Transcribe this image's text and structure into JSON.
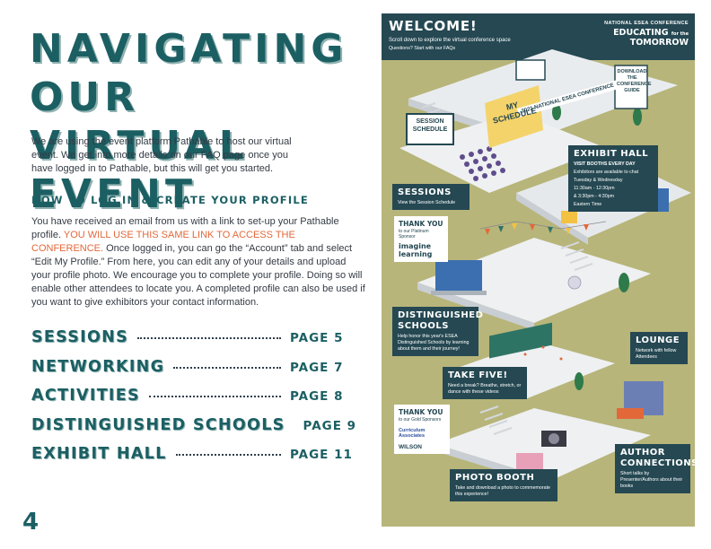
{
  "title_line1": "NAVIGATING OUR",
  "title_line2": "VIRTUAL EVENT",
  "intro": "We are using the event platform Pathable to host our virtual event. We get into more details on our FAQ page once you have logged in to Pathable, but this will get you started.",
  "login_heading": "HOW TO LOG IN & CREATE YOUR PROFILE",
  "login_body_1": "You have received an email from us with a link to set-up your Pathable profile. ",
  "login_body_highlight": "YOU WILL USE THIS SAME LINK TO ACCESS THE CONFERENCE.",
  "login_body_2": " Once logged in, you can go the “Account” tab and select “Edit My Profile.” From here, you can edit any of your details and upload your profile photo. We encourage you to complete your profile. Doing so will enable other attendees to locate you. A completed profile can also be used if you want to give exhibitors your contact information.",
  "toc": [
    {
      "name": "SESSIONS",
      "page": "PAGE 5"
    },
    {
      "name": "NETWORKING",
      "page": "PAGE 7"
    },
    {
      "name": "ACTIVITIES",
      "page": "PAGE 8"
    },
    {
      "name": "DISTINGUISHED SCHOOLS",
      "page": "PAGE 9"
    },
    {
      "name": "EXHIBIT HALL",
      "page": "PAGE 11"
    }
  ],
  "page_number": "4",
  "poster": {
    "welcome": "WELCOME!",
    "welcome_sub": "Scroll down to explore the virtual conference space",
    "welcome_faq": "Questions? Start with our FAQs",
    "conf_small": "NATIONAL ESEA CONFERENCE",
    "conf_big_1": "EDUCATING",
    "conf_big_2": "TOMORROW",
    "conf_big_mid": "for the",
    "banner": "2021 NATIONAL ESEA CONFERENCE",
    "download": "DOWNLOAD THE CONFERENCE GUIDE",
    "session_schedule": "SESSION SCHEDULE",
    "my_schedule": "MY SCHEDULE",
    "exhibit_title": "EXHIBIT HALL",
    "exhibit_sub1": "VISIT BOOTHS EVERY DAY",
    "exhibit_sub2": "Exhibitors are available to chat",
    "exhibit_sub3": "Tuesday & Wednesday",
    "exhibit_sub4": "11:30am - 12:30pm",
    "exhibit_sub5": "& 3:30pm - 4:30pm",
    "exhibit_sub6": "Eastern Time",
    "sessions_title": "SESSIONS",
    "sessions_sub": "View the Session Schedule",
    "thankyou": "THANK YOU",
    "platinum_sub": "to our Platinum Sponsor",
    "imagine": "imagine learning",
    "dist_title": "DISTINGUISHED SCHOOLS",
    "dist_sub": "Help honor this year's ESEA Distinguished Schools by learning about them and their journey!",
    "lounge_title": "LOUNGE",
    "lounge_sub": "Network with fellow Attendees",
    "takefive_title": "TAKE FIVE!",
    "takefive_sub": "Need a break? Breathe, stretch, or dance with these videos",
    "gold_sub": "to our Gold Sponsors",
    "curriculum": "Curriculum Associates",
    "wilson": "WILSON",
    "author_title": "AUTHOR CONNECTIONS",
    "author_sub": "Short talks by Presenter/Authors about their books",
    "photo_title": "PHOTO BOOTH",
    "photo_sub": "Take and download a photo to commemorate this experience!"
  },
  "colors": {
    "teal": "#1b5f63",
    "accent": "#e2683a",
    "poster_bg": "#b7b57a",
    "navy": "#254852"
  }
}
